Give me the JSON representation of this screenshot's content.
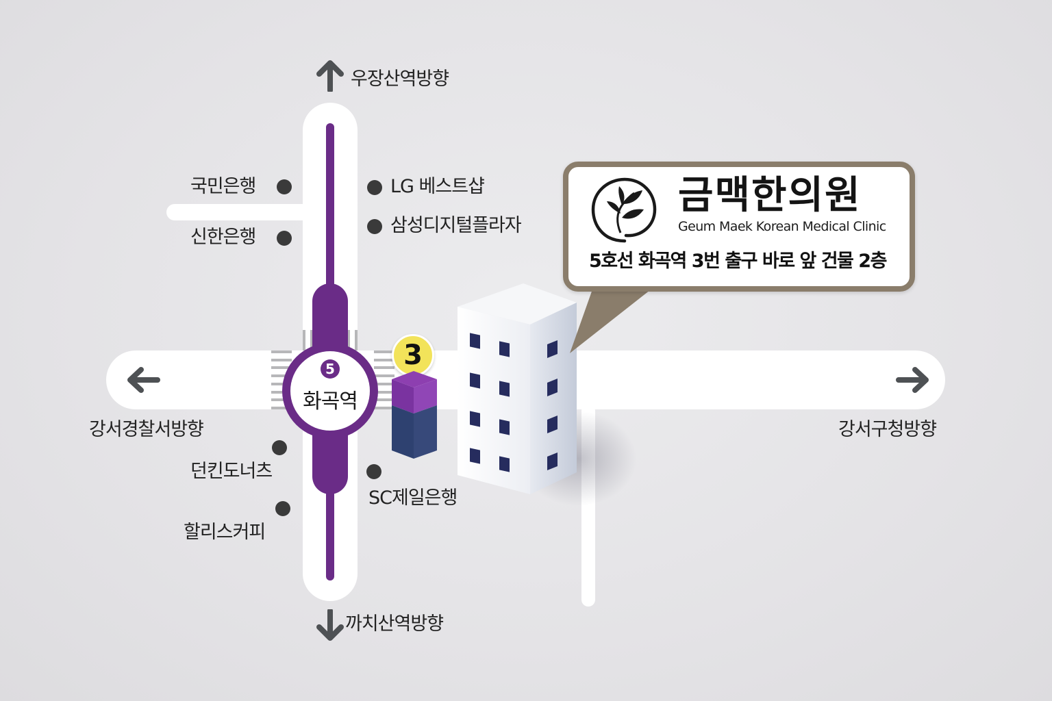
{
  "map": {
    "directions": {
      "north": "우장산역방향",
      "south": "까치산역방향",
      "west": "강서경찰서방향",
      "east": "강서구청방향"
    },
    "station": {
      "line_number": "5",
      "name": "화곡역",
      "line_color": "#6a2c87"
    },
    "exit": {
      "number": "3",
      "badge_color": "#f2e35a"
    },
    "landmarks_left": [
      {
        "name": "국민은행"
      },
      {
        "name": "신한은행"
      },
      {
        "name": "던킨도너츠"
      },
      {
        "name": "할리스커피"
      }
    ],
    "landmarks_right": [
      {
        "name": "LG 베스트샵"
      },
      {
        "name": "삼성디지털플라자"
      },
      {
        "name": "SC제일은행"
      }
    ],
    "callout": {
      "name_ko": "금맥한의원",
      "name_en": "Geum Maek Korean Medical Clinic",
      "location": "5호선 화곡역 3번 출구 바로 앞 건물 2층",
      "border_color": "#8a7d6b"
    }
  }
}
